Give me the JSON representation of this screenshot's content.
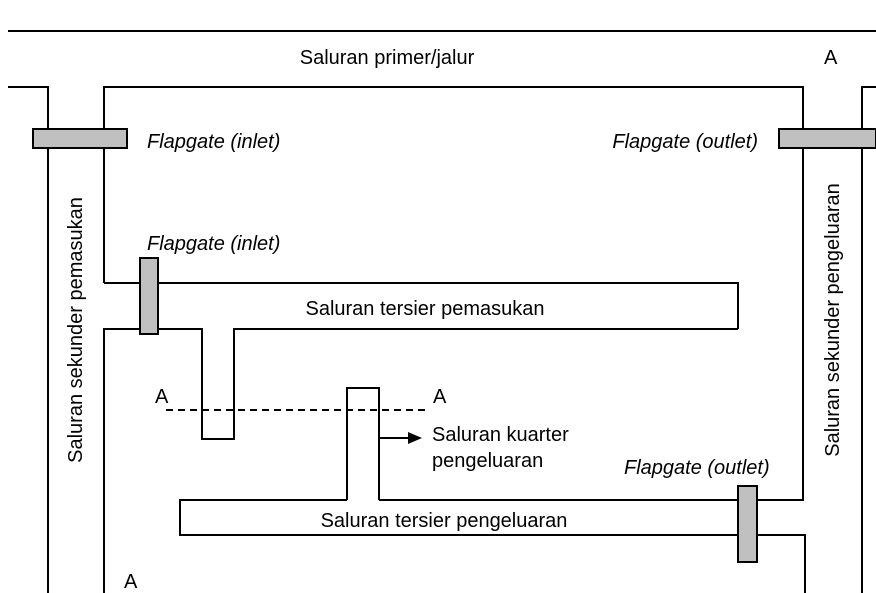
{
  "labels": {
    "primary_channel": "Saluran primer/jalur",
    "section_marker_top_right": "A",
    "secondary_inlet": "Saluran sekunder pemasukan",
    "secondary_outlet": "Saluran sekunder pengeluaran",
    "flapgate_inlet_top": "Flapgate (inlet)",
    "flapgate_outlet_top": "Flapgate (outlet)",
    "flapgate_inlet_tertiary": "Flapgate (inlet)",
    "tertiary_inlet": "Saluran tersier pemasukan",
    "section_marker_left": "A",
    "section_marker_right": "A",
    "quaternary_outlet_line1": "Saluran kuarter",
    "quaternary_outlet_line2": "pengeluaran",
    "flapgate_outlet_tertiary": "Flapgate (outlet)",
    "tertiary_outlet": "Saluran tersier pengeluaran",
    "section_marker_bottom": "A"
  },
  "colors": {
    "line": "#000000",
    "gate_fill": "#c0c0c0",
    "background": "#ffffff"
  }
}
